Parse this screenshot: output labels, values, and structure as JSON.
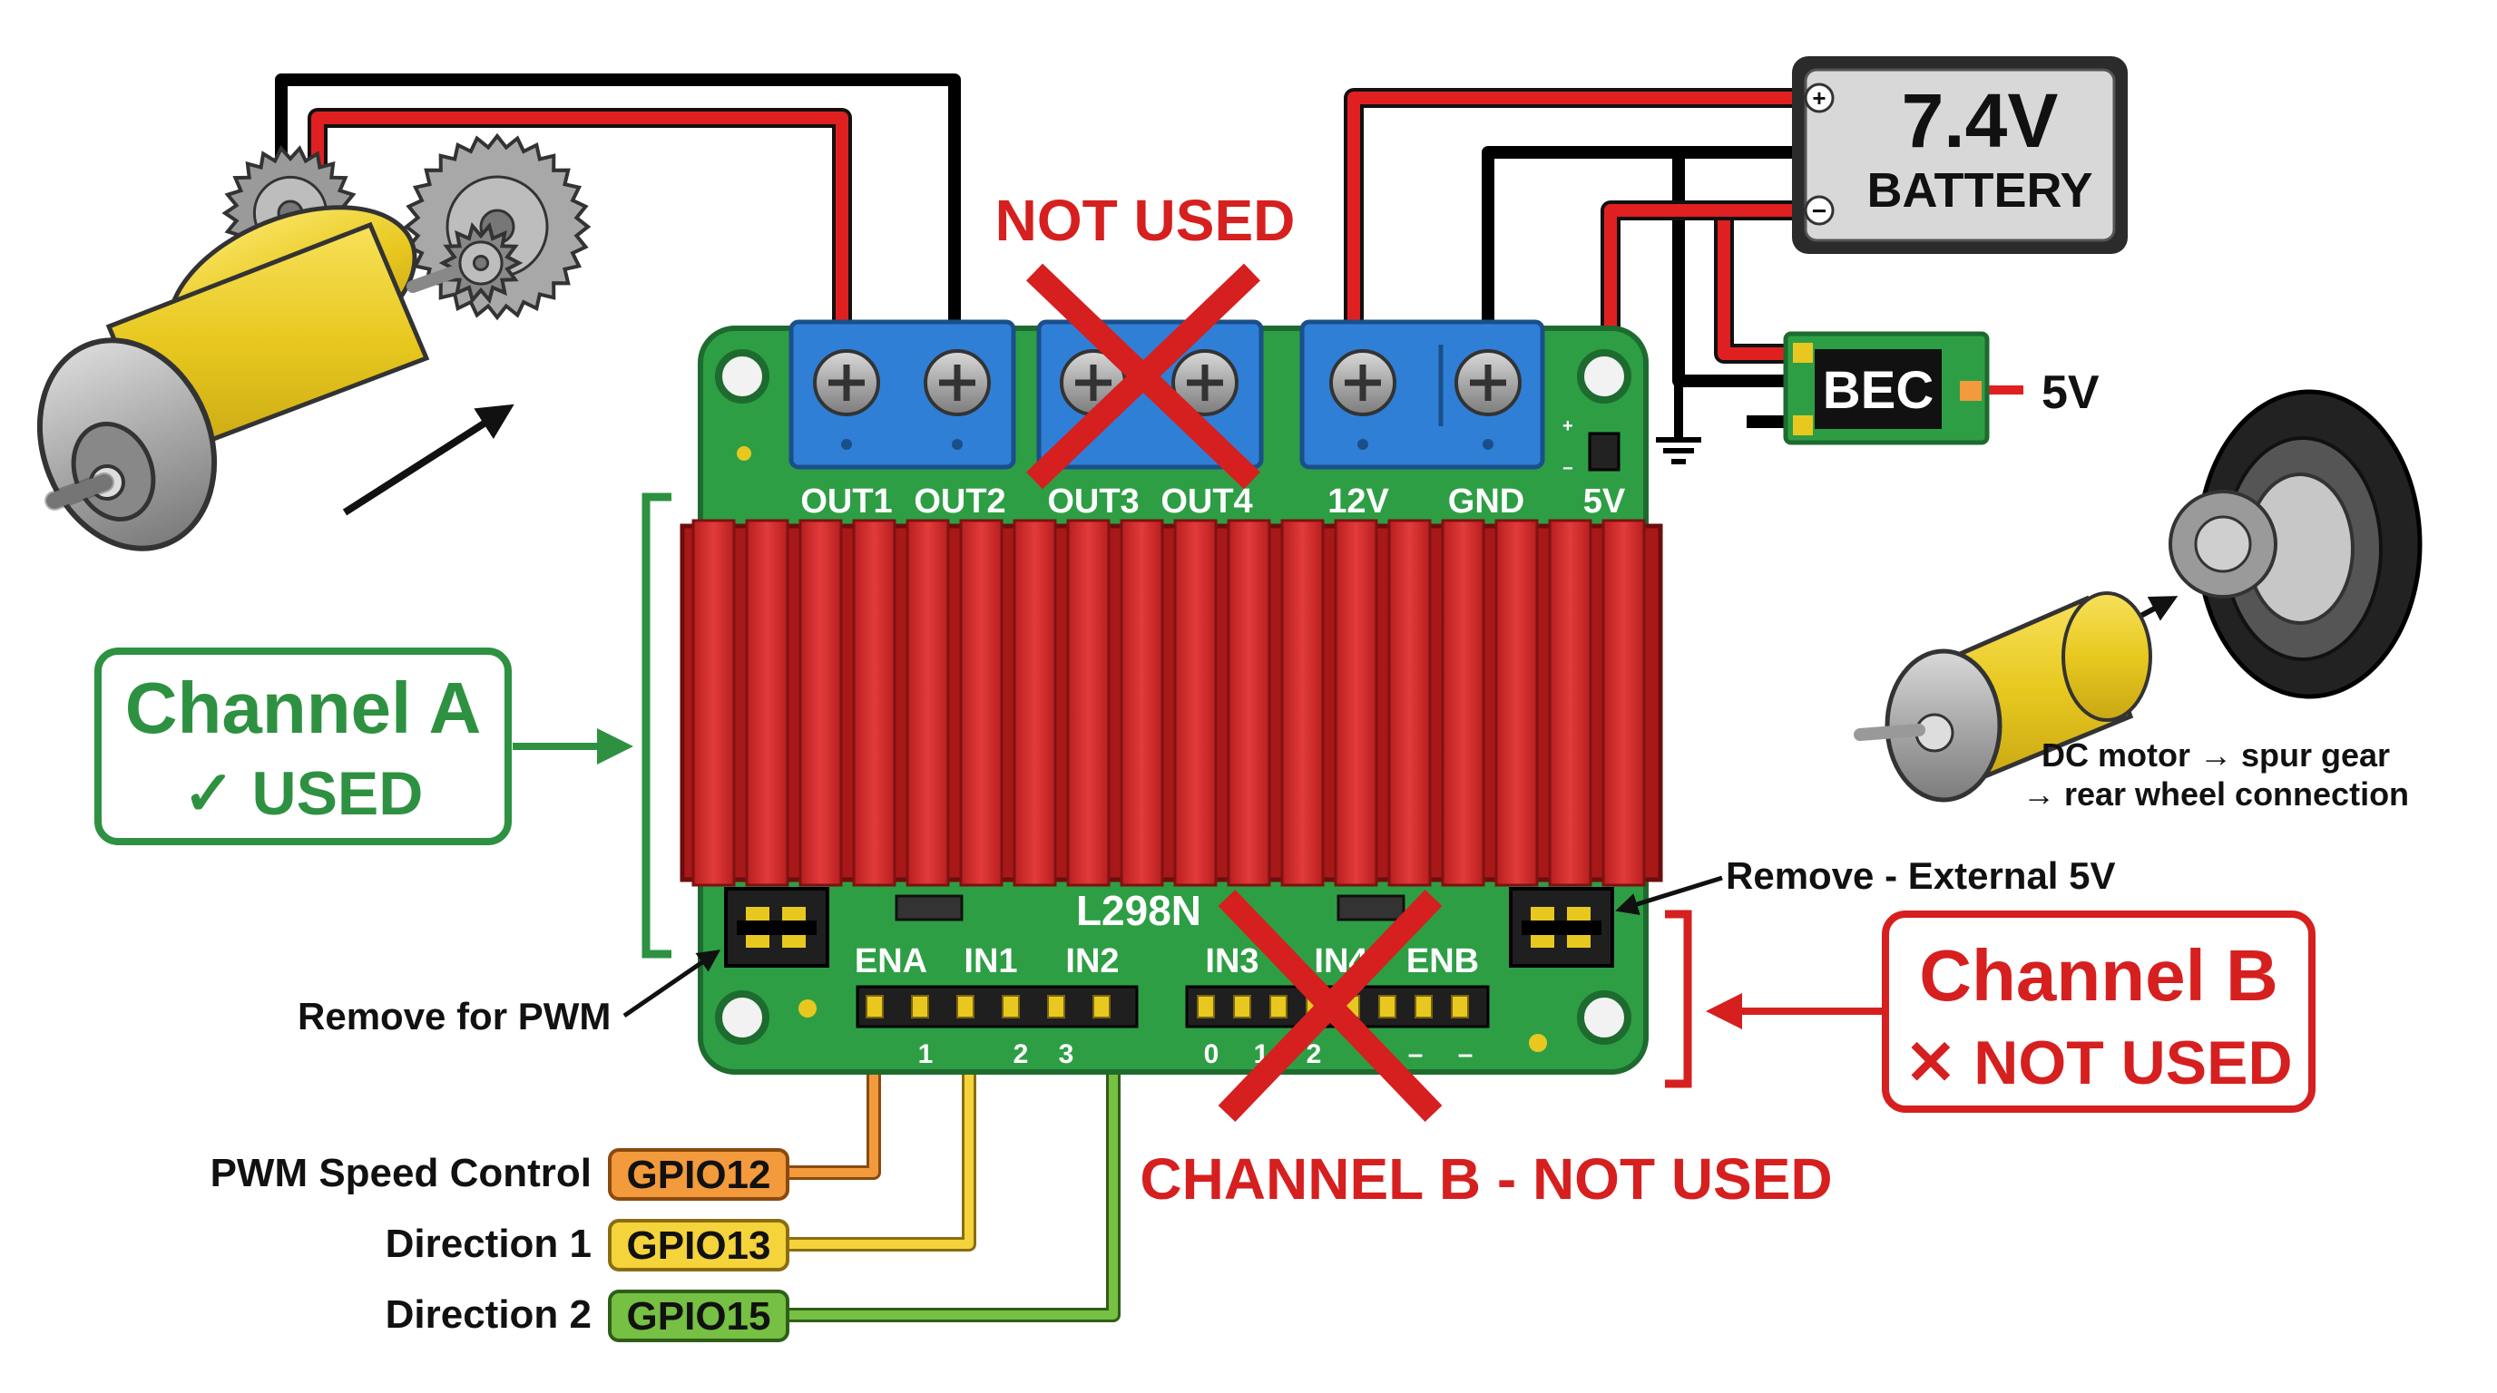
{
  "terminals": {
    "out1": "OUT1",
    "out2": "OUT2",
    "out3": "OUT3",
    "out4": "OUT4",
    "v12": "12V",
    "gnd": "GND",
    "v5": "5V"
  },
  "not_used_top": "NOT USED",
  "battery": {
    "voltage": "7.4V",
    "label": "BATTERY",
    "plus": "+",
    "minus": "−"
  },
  "bec": {
    "label": "BEC",
    "output": "5V"
  },
  "chip": "L298N",
  "header_pins": {
    "ena": "ENA",
    "in1": "IN1",
    "in2": "IN2",
    "in3": "IN3",
    "in4": "IN4",
    "enb": "ENB"
  },
  "pin_numbers": [
    "1",
    "2",
    "3",
    "0",
    "1",
    "2",
    "–",
    "–"
  ],
  "channel_a": {
    "title": "Channel A",
    "status": "✓ USED"
  },
  "channel_b": {
    "title": "Channel B",
    "status": "✕ NOT USED"
  },
  "remove_pwm": "Remove for PWM",
  "remove_5v": "Remove - External 5V",
  "channel_b_banner": "CHANNEL B - NOT USED",
  "gpio": [
    {
      "label": "PWM Speed Control",
      "pin": "GPIO12"
    },
    {
      "label": "Direction 1",
      "pin": "GPIO13"
    },
    {
      "label": "Direction 2",
      "pin": "GPIO15"
    }
  ],
  "motor_caption": [
    "DC motor → spur gear",
    "→ rear wheel connection"
  ],
  "colors": {
    "pcb": "#2e9e45",
    "heatsink": "#d42a2a",
    "terminal": "#2f7fd6",
    "used_green": "#2e9141",
    "unused_red": "#d61f1f",
    "gpio12": "#f39a3c",
    "gpio13": "#f5d33b",
    "gpio15": "#76c043",
    "motor_yellow": "#f2d233"
  }
}
